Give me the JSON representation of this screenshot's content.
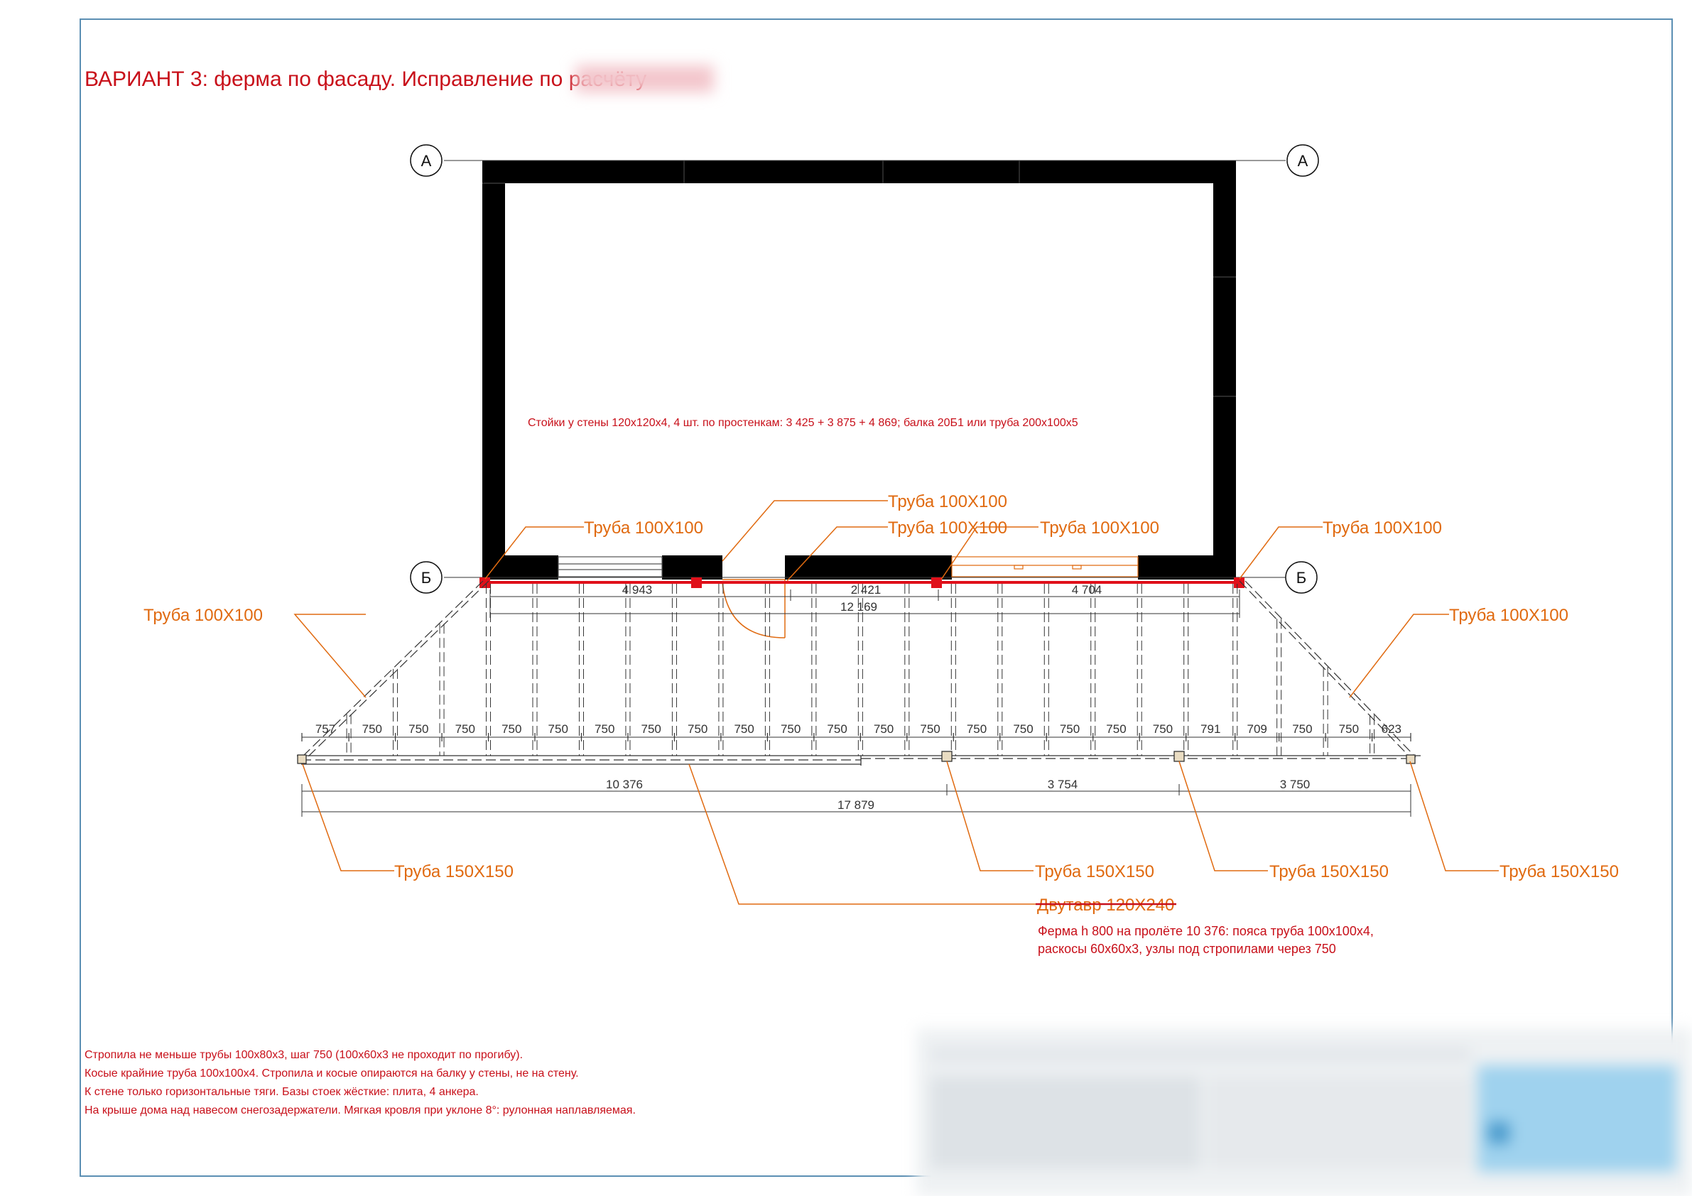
{
  "title": "ВАРИАНТ 3: ферма по фасаду. Исправление по расчёту",
  "axes": {
    "top_label": "А",
    "bottom_label": "Б"
  },
  "inner_note": "Стойки у стены 120х120х4, 4 шт. по простенкам: 3 425 + 3 875 + 4 869; балка 20Б1 или труба 200х100х5",
  "labels": {
    "pipe100_a": "Труба 100X100",
    "pipe100_b": "Труба 100X100",
    "pipe100_c": "Труба 100X100",
    "pipe100_d": "Труба 100X100",
    "pipe100_e": "Труба 100X100",
    "pipe100_left": "Труба 100X100",
    "pipe100_right": "Труба 100X100",
    "pipe150_1": "Труба 150X150",
    "pipe150_2": "Труба 150X150",
    "pipe150_3": "Труба 150X150",
    "pipe150_4": "Труба 150X150",
    "ibeam_struck": "Двутавр 120X240"
  },
  "truss_note": {
    "line1": "Ферма h 800 на пролёте 10 376: пояса труба 100х100х4,",
    "line2": "раскосы 60х60х3, узлы под стропилами через 750"
  },
  "wall_dims": {
    "d1": "4 943",
    "d2": "2 421",
    "d3": "4 704",
    "total": "12 169"
  },
  "rafter_spacing": [
    "757",
    "750",
    "750",
    "750",
    "750",
    "750",
    "750",
    "750",
    "750",
    "750",
    "750",
    "750",
    "750",
    "750",
    "750",
    "750",
    "750",
    "750",
    "750",
    "791",
    "709",
    "750",
    "750",
    "623"
  ],
  "beam_dims": {
    "d1": "10 376",
    "d2": "3 754",
    "d3": "3 750",
    "total": "17 879"
  },
  "bottom_notes": [
    "Стропила не меньше трубы 100х80х3, шаг 750 (100х60х3 не проходит по прогибу).",
    "Косые крайние труба 100х100х4. Стропила и косые опираются на балку у стены, не на стену.",
    "К стене только горизонтальные тяги. Базы стоек жёсткие: плита, 4 анкера.",
    "На крыше дома над навесом снегозадержатели. Мягкая кровля при уклоне 8°: рулонная наплавляемая."
  ],
  "colors": {
    "annotation": "#c8101a",
    "leader": "#e06a10",
    "wall": "#000000",
    "frame": "#5b8fb3"
  }
}
